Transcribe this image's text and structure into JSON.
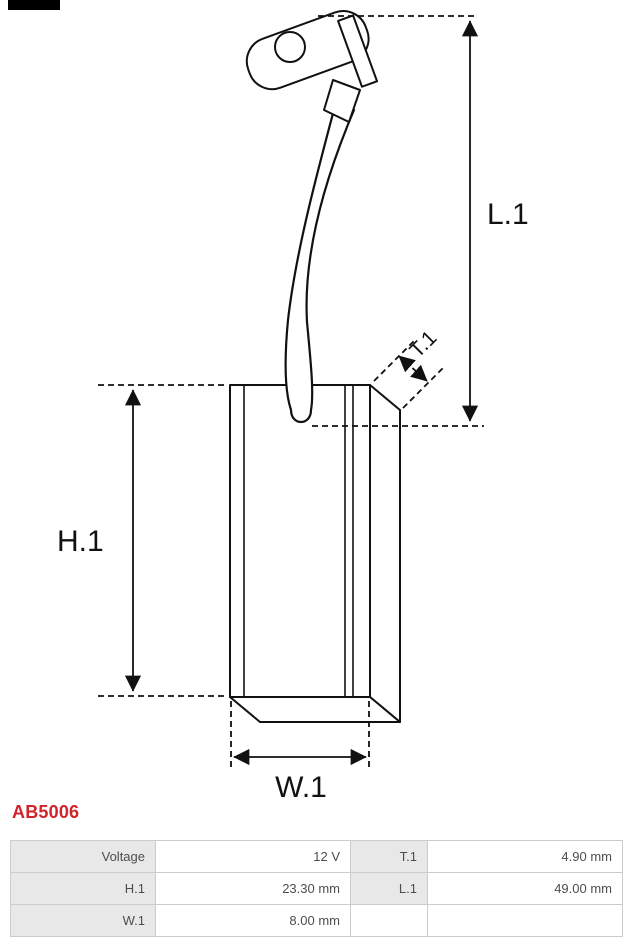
{
  "part_number": "AB5006",
  "colors": {
    "accent": "#d2232a",
    "line": "#111111",
    "table_border": "#cccccc",
    "table_label_bg": "#e8e8e8"
  },
  "diagram": {
    "dimension_labels": {
      "l1": "L.1",
      "h1": "H.1",
      "w1": "W.1",
      "t1": "T.1"
    }
  },
  "table": {
    "rows": [
      {
        "c0": "Voltage",
        "c1": "12 V",
        "c2": "T.1",
        "c3": "4.90 mm"
      },
      {
        "c0": "H.1",
        "c1": "23.30 mm",
        "c2": "L.1",
        "c3": "49.00 mm"
      },
      {
        "c0": "W.1",
        "c1": "8.00 mm",
        "c2": "",
        "c3": ""
      }
    ]
  }
}
